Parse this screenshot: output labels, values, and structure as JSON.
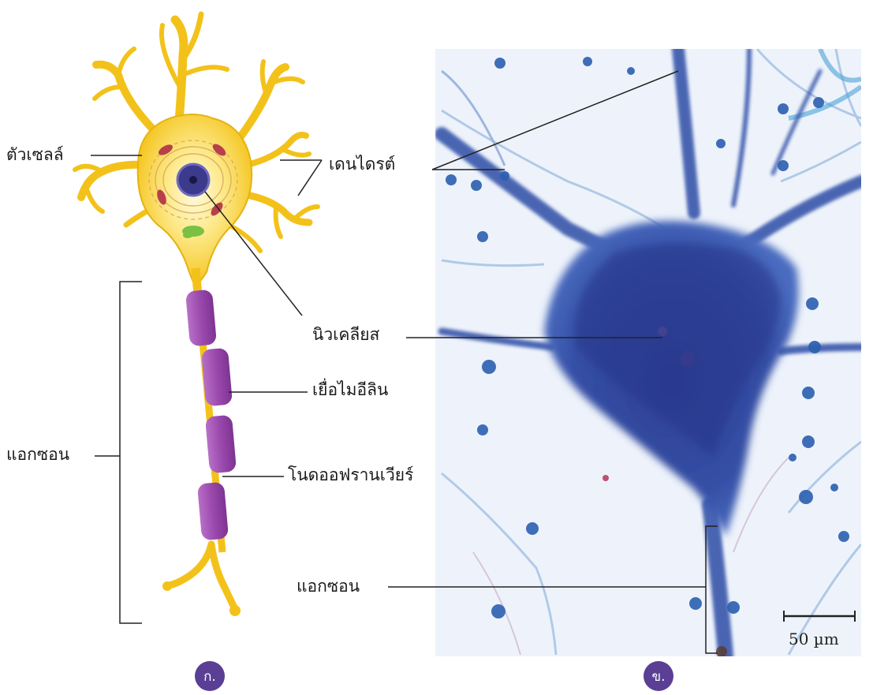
{
  "diagram": {
    "labels": {
      "cell_body": "ตัวเซลล์",
      "dendrite": "เดนไดรต์",
      "nucleus": "นิวเคลียส",
      "myelin": "เยื่อไมอีลิน",
      "node_of_ranvier": "โนดออฟรานเวียร์",
      "axon_left": "แอกซอน",
      "axon_right": "แอกซอน"
    },
    "scale_bar": "50 µm",
    "panels": {
      "left": "ก.",
      "right": "ข."
    }
  },
  "colors": {
    "cell_yellow": "#f6cc1c",
    "cell_inner": "#fdf3a8",
    "myelin_purple": "#a153b3",
    "nucleus_blue": "#3c3a8c",
    "badge_purple": "#5a3f94",
    "micro_stain": "#3453a8",
    "micro_bg": "#eef3fb"
  }
}
